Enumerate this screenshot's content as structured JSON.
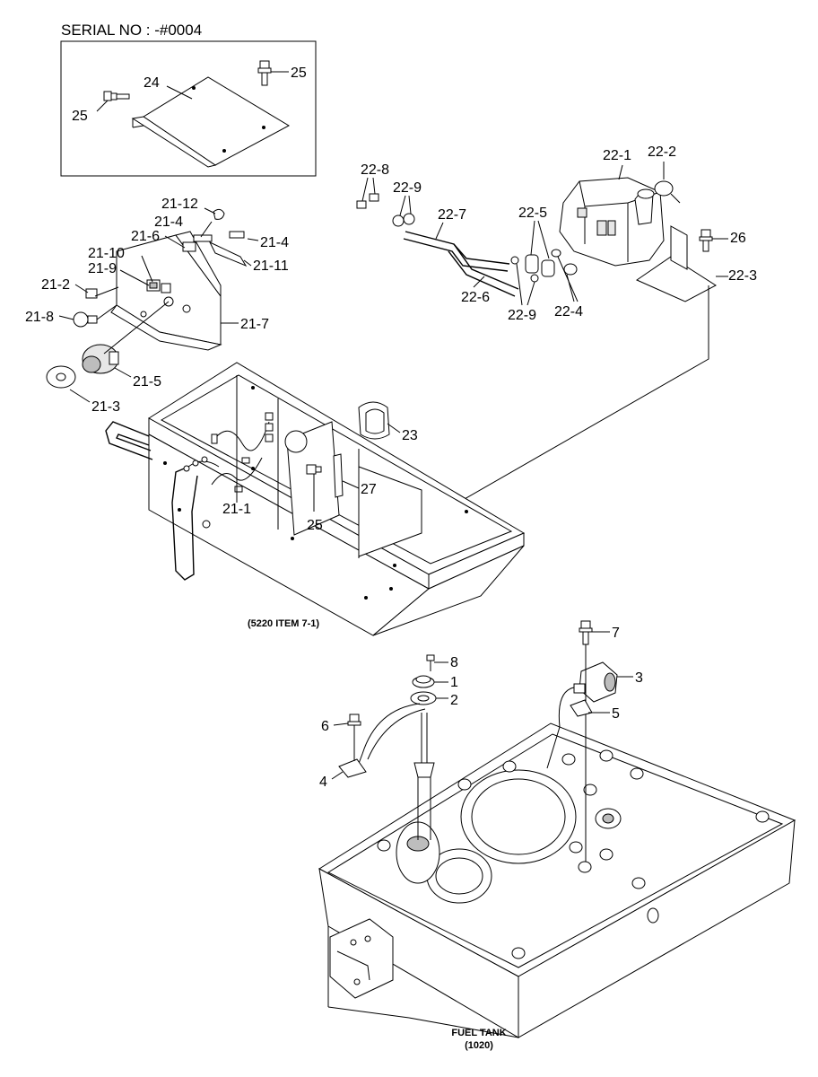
{
  "header": {
    "serial_no": "SERIAL NO : -#0004"
  },
  "captions": {
    "ref_item": "(5220 ITEM 7-1)",
    "fuel_tank": "FUEL TANK",
    "fuel_tank_code": "(1020)"
  },
  "callouts": {
    "c24": "24",
    "c25a": "25",
    "c25b": "25",
    "c25c": "25",
    "c21_12": "21-12",
    "c21_4a": "21-4",
    "c21_4b": "21-4",
    "c21_6": "21-6",
    "c21_10": "21-10",
    "c21_9": "21-9",
    "c21_11": "21-11",
    "c21_2": "21-2",
    "c21_8": "21-8",
    "c21_7": "21-7",
    "c21_5": "21-5",
    "c21_3": "21-3",
    "c21_1": "21-1",
    "c22_8": "22-8",
    "c22_9a": "22-9",
    "c22_9b": "22-9",
    "c22_7": "22-7",
    "c22_6": "22-6",
    "c22_5": "22-5",
    "c22_4": "22-4",
    "c22_1": "22-1",
    "c22_2": "22-2",
    "c22_3": "22-3",
    "c23": "23",
    "c26": "26",
    "c27": "27",
    "c1": "1",
    "c2": "2",
    "c3": "3",
    "c4": "4",
    "c5": "5",
    "c6": "6",
    "c7": "7",
    "c8": "8"
  }
}
